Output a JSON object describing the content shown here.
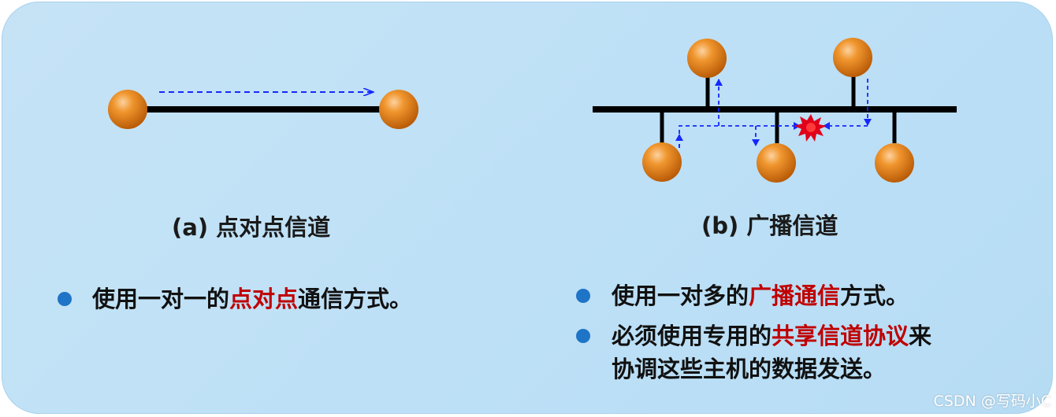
{
  "captions": {
    "point_to_point": "(a) 点对点信道",
    "broadcast": "(b) 广播信道"
  },
  "left_bullets": [
    {
      "before": "使用一对一的",
      "highlight": "点对点",
      "after": "通信方式。"
    }
  ],
  "right_bullets": [
    {
      "before": "使用一对多的",
      "highlight": "广播通信",
      "after": "方式。"
    },
    {
      "before": "必须使用专用的",
      "highlight": "共享信道协议",
      "after": "来"
    }
  ],
  "right_bullet_continuation": "协调这些主机的数据发送。",
  "watermark": "CSDN @写码小C",
  "colors": {
    "panel_background": "#bde0f6",
    "node_fill": "#e07b10",
    "bus_line": "#000000",
    "arrow": "#1428ff",
    "collision": "#e0001a",
    "highlight_text": "#c00000",
    "bullet_dot": "#1e74c6"
  },
  "icons": {
    "collision": "collision-burst-icon",
    "node": "host-node-icon"
  }
}
